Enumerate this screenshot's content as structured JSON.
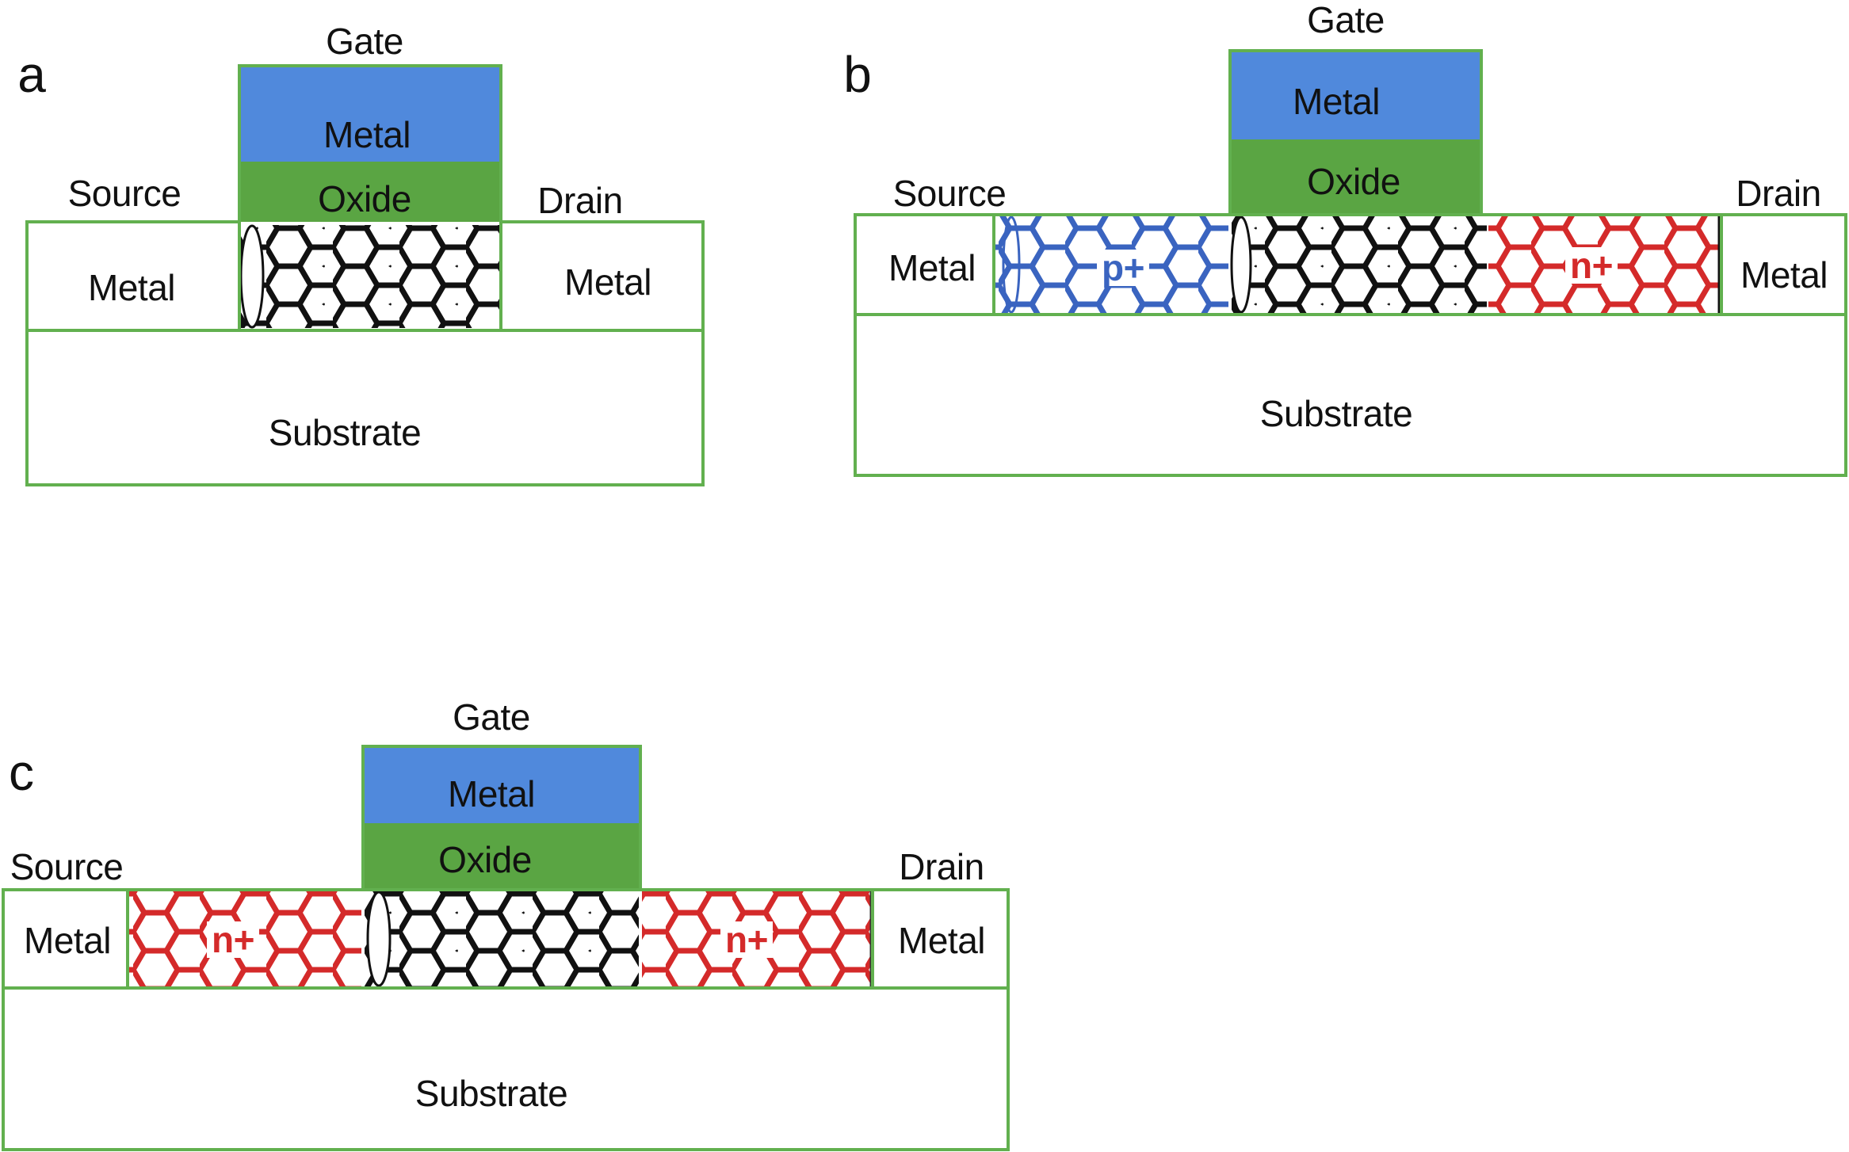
{
  "figure": {
    "colors": {
      "gate_metal": "#5089dc",
      "gate_oxide": "#5aa543",
      "outline": "#62b04f",
      "intrinsic_cnt": "#111111",
      "p_doped": "#3a64c0",
      "n_doped": "#d42a2a"
    },
    "panels": [
      {
        "letter": "a",
        "gate_label": "Gate",
        "gate_metal_label": "Metal",
        "gate_oxide_label": "Oxide",
        "source_label": "Source",
        "drain_label": "Drain",
        "source_contact_label": "Metal",
        "drain_contact_label": "Metal",
        "substrate_label": "Substrate",
        "channel": "intrinsic CNT"
      },
      {
        "letter": "b",
        "gate_label": "Gate",
        "gate_metal_label": "Metal",
        "gate_oxide_label": "Oxide",
        "source_label": "Source",
        "drain_label": "Drain",
        "source_contact_label": "Metal",
        "drain_contact_label": "Metal",
        "source_doping_label": "p+",
        "drain_doping_label": "n+",
        "substrate_label": "Substrate",
        "channel": "intrinsic CNT"
      },
      {
        "letter": "c",
        "gate_label": "Gate",
        "gate_metal_label": "Metal",
        "gate_oxide_label": "Oxide",
        "source_label": "Source",
        "drain_label": "Drain",
        "source_contact_label": "Metal",
        "drain_contact_label": "Metal",
        "source_doping_label": "n+",
        "drain_doping_label": "n+",
        "substrate_label": "Substrate",
        "channel": "intrinsic CNT"
      }
    ]
  }
}
